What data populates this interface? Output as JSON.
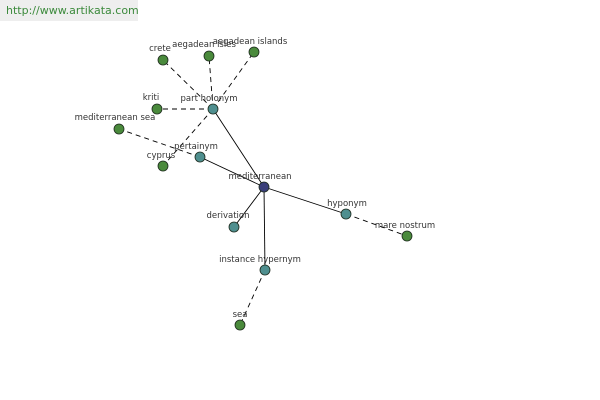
{
  "header": {
    "url": "http://www.artikata.com"
  },
  "colors": {
    "background": "#ffffff",
    "url_box": "#eeeeee",
    "url_text": "#3c8a3c",
    "edge": "#000000",
    "center_node": "#3a3f7a",
    "relation_node": "#4f8f8f",
    "word_node": "#4a8a3c"
  },
  "graph": {
    "nodes": [
      {
        "id": "mediterranean",
        "label": "mediterranean",
        "kind": "center"
      },
      {
        "id": "part-holonym",
        "label": "part holonym",
        "kind": "relation"
      },
      {
        "id": "pertainym",
        "label": "pertainym",
        "kind": "relation"
      },
      {
        "id": "hyponym",
        "label": "hyponym",
        "kind": "relation"
      },
      {
        "id": "derivation",
        "label": "derivation",
        "kind": "relation"
      },
      {
        "id": "instance-hypernym",
        "label": "instance hypernym",
        "kind": "relation"
      },
      {
        "id": "crete",
        "label": "crete",
        "kind": "word"
      },
      {
        "id": "aegadean-isles",
        "label": "aegadean isles",
        "kind": "word"
      },
      {
        "id": "aegadean-islands",
        "label": "aegadean islands",
        "kind": "word"
      },
      {
        "id": "kriti",
        "label": "kriti",
        "kind": "word"
      },
      {
        "id": "mediterranean-sea",
        "label": "mediterranean sea",
        "kind": "word"
      },
      {
        "id": "cyprus",
        "label": "cyprus",
        "kind": "word"
      },
      {
        "id": "mare-nostrum",
        "label": "mare nostrum",
        "kind": "word"
      },
      {
        "id": "sea",
        "label": "sea",
        "kind": "word"
      }
    ],
    "edges": [
      {
        "from": "mediterranean",
        "to": "part-holonym",
        "style": "solid"
      },
      {
        "from": "mediterranean",
        "to": "pertainym",
        "style": "solid"
      },
      {
        "from": "mediterranean",
        "to": "hyponym",
        "style": "solid"
      },
      {
        "from": "mediterranean",
        "to": "derivation",
        "style": "solid"
      },
      {
        "from": "mediterranean",
        "to": "instance-hypernym",
        "style": "solid"
      },
      {
        "from": "part-holonym",
        "to": "crete",
        "style": "dashed"
      },
      {
        "from": "part-holonym",
        "to": "aegadean-isles",
        "style": "dashed"
      },
      {
        "from": "part-holonym",
        "to": "aegadean-islands",
        "style": "dashed"
      },
      {
        "from": "part-holonym",
        "to": "kriti",
        "style": "dashed"
      },
      {
        "from": "part-holonym",
        "to": "cyprus",
        "style": "dashed"
      },
      {
        "from": "pertainym",
        "to": "mediterranean-sea",
        "style": "dashed"
      },
      {
        "from": "hyponym",
        "to": "mare-nostrum",
        "style": "dashed"
      },
      {
        "from": "instance-hypernym",
        "to": "sea",
        "style": "dashed"
      }
    ]
  }
}
